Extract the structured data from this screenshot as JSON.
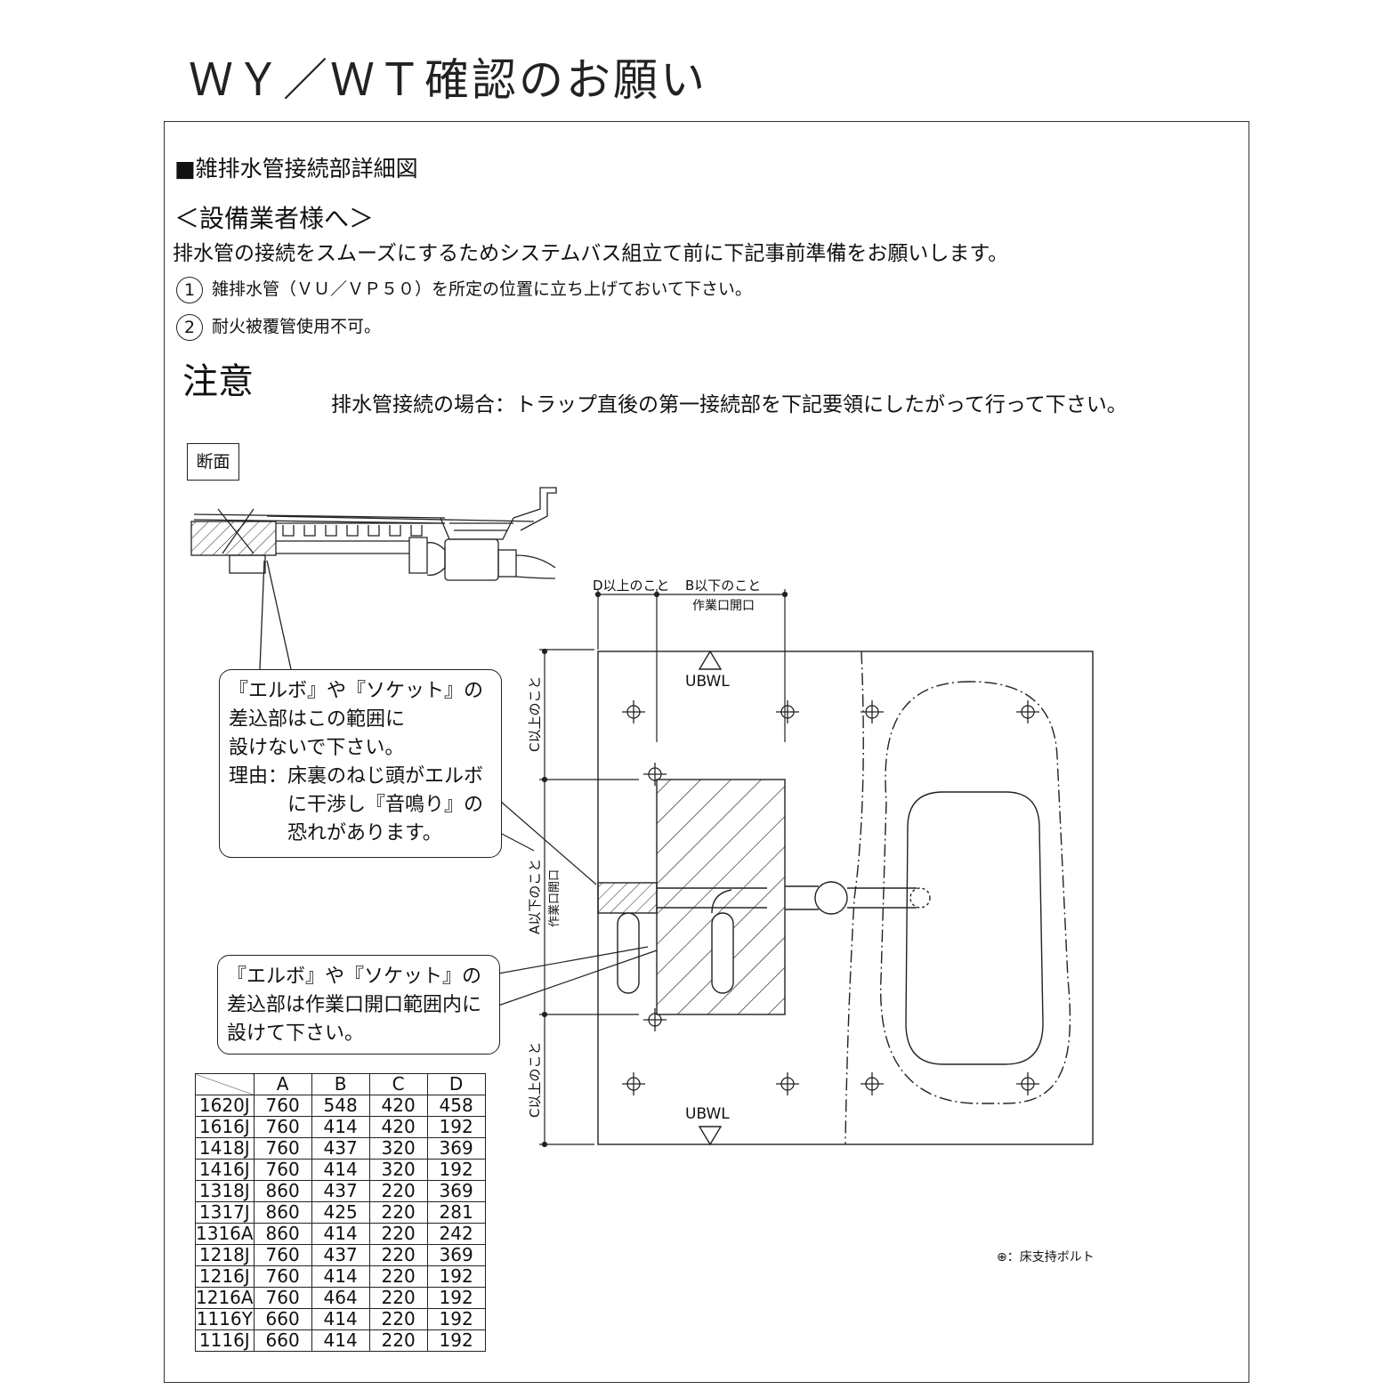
{
  "title": "ＷＹ／ＷＴ確認のお願い",
  "section_heading": "■雑排水管接続部詳細図",
  "installer_note": {
    "heading": "＜設備業者様へ＞",
    "lead": "排水管の接続をスムーズにするためシステムバス組立て前に下記事前準備をお願いします。",
    "items": [
      {
        "num": "1",
        "text": "雑排水管（ＶＵ／ＶＰ５０）を所定の位置に立ち上げておいて下さい。"
      },
      {
        "num": "2",
        "text": "耐火被覆管使用不可。"
      }
    ]
  },
  "caution": {
    "heading": "注意",
    "text": "排水管接続の場合：トラップ直後の第一接続部を下記要領にしたがって行って下さい。"
  },
  "section_label": "断面",
  "callout_top": {
    "lines": [
      "『エルボ』や『ソケット』の",
      "差込部はこの範囲に",
      "設けないで下さい。",
      "理由：床裏のねじ頭がエルボ"
    ],
    "indent_lines": [
      "に干渉し『音鳴り』の",
      "恐れがあります。"
    ]
  },
  "callout_bottom": {
    "lines": [
      "『エルボ』や『ソケット』の",
      "差込部は作業口開口範囲内に",
      "設けて下さい。"
    ]
  },
  "dimension_labels": {
    "d_min": "D以上のこと",
    "b_max": "B以下のこと",
    "work_opening": "作業口開口",
    "c_min_top": "C以上のこと",
    "a_max": "A以下のこと",
    "c_min_bottom": "C以上のこと",
    "ubwl_top": "UBWL",
    "ubwl_bottom": "UBWL"
  },
  "table": {
    "headers": [
      "A",
      "B",
      "C",
      "D"
    ],
    "rows": [
      {
        "model": "1620J",
        "values": [
          "760",
          "548",
          "420",
          "458"
        ]
      },
      {
        "model": "1616J",
        "values": [
          "760",
          "414",
          "420",
          "192"
        ]
      },
      {
        "model": "1418J",
        "values": [
          "760",
          "437",
          "320",
          "369"
        ]
      },
      {
        "model": "1416J",
        "values": [
          "760",
          "414",
          "320",
          "192"
        ]
      },
      {
        "model": "1318J",
        "values": [
          "860",
          "437",
          "220",
          "369"
        ]
      },
      {
        "model": "1317J",
        "values": [
          "860",
          "425",
          "220",
          "281"
        ]
      },
      {
        "model": "1316A",
        "values": [
          "860",
          "414",
          "220",
          "242"
        ]
      },
      {
        "model": "1218J",
        "values": [
          "760",
          "437",
          "220",
          "369"
        ]
      },
      {
        "model": "1216J",
        "values": [
          "760",
          "414",
          "220",
          "192"
        ]
      },
      {
        "model": "1216A",
        "values": [
          "760",
          "464",
          "220",
          "192"
        ]
      },
      {
        "model": "1116Y",
        "values": [
          "660",
          "414",
          "220",
          "192"
        ]
      },
      {
        "model": "1116J",
        "values": [
          "660",
          "414",
          "220",
          "192"
        ]
      }
    ]
  },
  "legend": "⊕：床支持ボルト"
}
